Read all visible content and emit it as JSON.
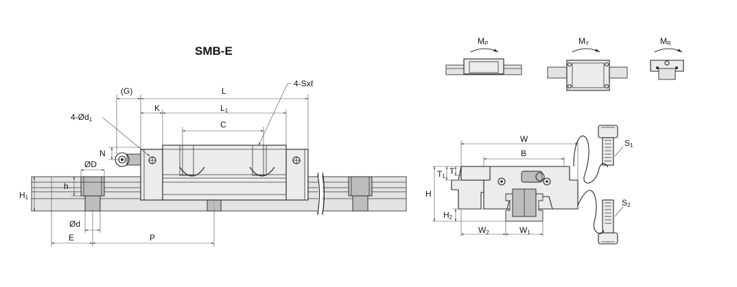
{
  "title": "SMB-E",
  "side_view": {
    "labels": {
      "g": "(G)",
      "l": "L",
      "k": "K",
      "l1": "L",
      "l1_sub": "1",
      "c": "C",
      "d1": "4-Ød",
      "d1_sub": "1",
      "s": "4-Sxℓ",
      "n": "N",
      "od": "ØD",
      "h": "h",
      "h1": "H",
      "h1_sub": "1",
      "sd": "Ød",
      "e": "E",
      "p": "P"
    }
  },
  "moments": {
    "mp": "M",
    "mp_sub": "P",
    "my": "M",
    "my_sub": "Y",
    "mr": "M",
    "mr_sub": "R"
  },
  "end_view": {
    "labels": {
      "w": "W",
      "b": "B",
      "t1": "T",
      "t1_sub": "1",
      "t": "T",
      "h": "H",
      "h2": "H",
      "h2_sub": "2",
      "w2": "W",
      "w2_sub": "2",
      "w1": "W",
      "w1_sub": "1",
      "s1": "S",
      "s1_sub": "1",
      "s2": "S",
      "s2_sub": "2"
    }
  }
}
